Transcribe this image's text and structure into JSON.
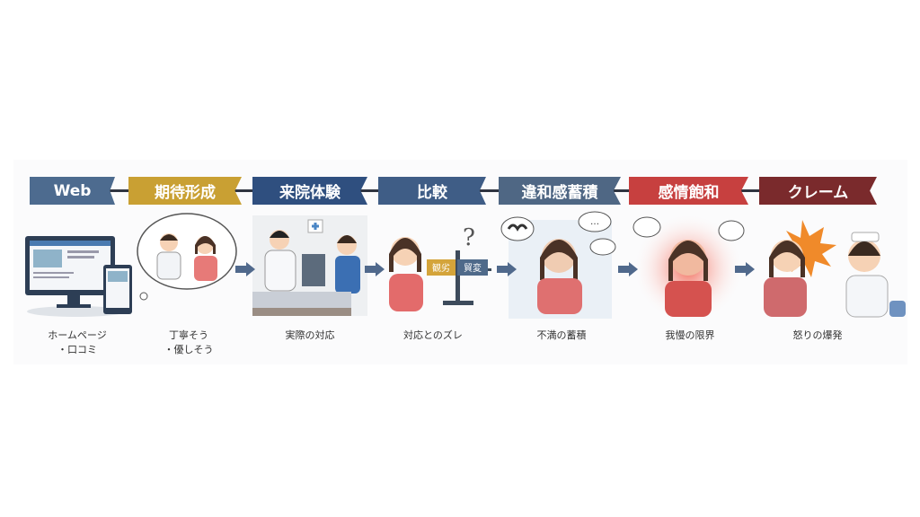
{
  "stages": [
    {
      "title": "Web",
      "color": "#4d6b8f",
      "caption_lines": [
        "ホームページ",
        "・口コミ"
      ]
    },
    {
      "title": "期待形成",
      "color": "#c9a033",
      "caption_lines": [
        "丁寧そう",
        "・優しそう"
      ]
    },
    {
      "title": "来院体験",
      "color": "#2f4f7f",
      "caption_lines": [
        "実際の対応"
      ]
    },
    {
      "title": "比較",
      "color": "#3f5d86",
      "caption_lines": [
        "対応とのズレ"
      ]
    },
    {
      "title": "違和感蓄積",
      "color": "#4f6784",
      "caption_lines": [
        "不満の蓄積"
      ]
    },
    {
      "title": "感情飽和",
      "color": "#c7403f",
      "caption_lines": [
        "我慢の限界"
      ]
    },
    {
      "title": "クレーム",
      "color": "#7a2a2c",
      "caption_lines": [
        "怒りの爆発"
      ]
    }
  ],
  "scale_labels": [
    "観劣",
    "貿変"
  ],
  "bubble_text": "…"
}
